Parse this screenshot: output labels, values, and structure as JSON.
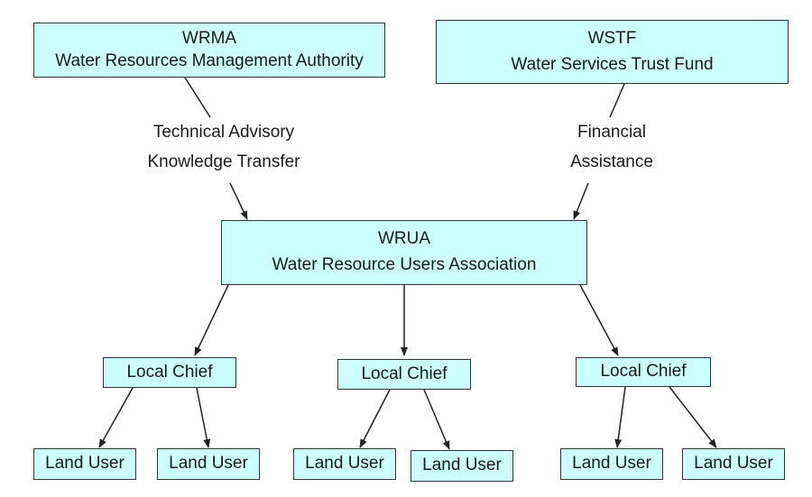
{
  "nodes": {
    "wrma": {
      "line1": "WRMA",
      "line2": "Water Resources Management Authority"
    },
    "wstf": {
      "line1": "WSTF",
      "line2": "Water Services Trust Fund"
    },
    "wrua": {
      "line1": "WRUA",
      "line2": "Water Resource Users Association"
    },
    "chiefs": [
      "Local Chief",
      "Local Chief",
      "Local Chief"
    ],
    "land_users": [
      "Land User",
      "Land User",
      "Land User",
      "Land User",
      "Land User",
      "Land User"
    ]
  },
  "edges": {
    "wrma_to_wrua": {
      "line1": "Technical Advisory",
      "line2": "Knowledge Transfer"
    },
    "wstf_to_wrua": {
      "line1": "Financial",
      "line2": "Assistance"
    }
  },
  "colors": {
    "box_fill": "#ccffff",
    "box_border": "#333333",
    "arrow": "#222222"
  }
}
